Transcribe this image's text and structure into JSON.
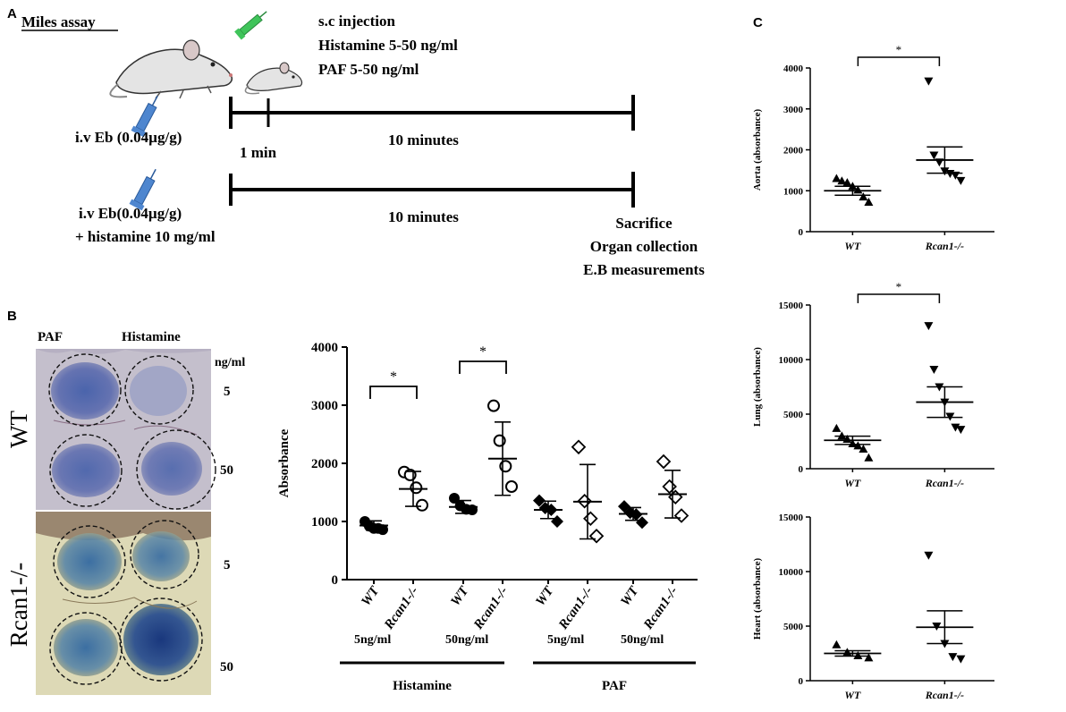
{
  "panels": {
    "a": {
      "letter": "A",
      "title": "Miles assay",
      "injection": "s.c injection",
      "histamine_dose": "Histamine 5-50 ng/ml",
      "paf_dose": "PAF  5-50 ng/ml",
      "iv_eb_1": "i.v Eb (0.04µg/g)",
      "one_min": "1 min",
      "ten_min_1": "10 minutes",
      "iv_eb_2": "i.v Eb(0.04µg/g)",
      "plus_histamine": "+ histamine 10 mg/ml",
      "ten_min_2": "10 minutes",
      "sacrifice": "Sacrifice",
      "organ_collection": "Organ collection",
      "eb_measurements": "E.B measurements"
    },
    "b": {
      "letter": "B",
      "photo": {
        "col_paf": "PAF",
        "col_histamine": "Histamine",
        "unit": "ng/ml",
        "row_wt": "WT",
        "row_rcan": "Rcan1-/-",
        "dose_5a": "5",
        "dose_50a": "50",
        "dose_5b": "5",
        "dose_50b": "50"
      },
      "group_5_hist": "5ng/ml",
      "group_50_hist": "50ng/ml",
      "group_5_paf": "5ng/ml",
      "group_50_paf": "50ng/ml",
      "group_histamine": "Histamine",
      "group_paf": "PAF",
      "sig": "*"
    },
    "c": {
      "letter": "C",
      "sig": "*"
    }
  },
  "chart_data": [
    {
      "type": "scatter",
      "id": "b",
      "ylabel": "Absorbance",
      "ylim": [
        0,
        4000
      ],
      "yticks": [
        0,
        1000,
        2000,
        3000,
        4000
      ],
      "categories": [
        "WT",
        "Rcan1-/-",
        "WT",
        "Rcan1-/-",
        "WT",
        "Rcan1-/-",
        "WT",
        "Rcan1-/-"
      ],
      "markers": [
        "filled-circle",
        "open-circle",
        "filled-circle",
        "open-circle",
        "filled-diamond",
        "open-diamond",
        "filled-diamond",
        "open-diamond"
      ],
      "series": [
        {
          "mean": 930,
          "err": 80,
          "points": [
            1000,
            920,
            880,
            880,
            860
          ]
        },
        {
          "mean": 1560,
          "err": 300,
          "points": [
            1850,
            1800,
            1580,
            1280
          ]
        },
        {
          "mean": 1250,
          "err": 110,
          "points": [
            1400,
            1270,
            1210,
            1200
          ]
        },
        {
          "mean": 2080,
          "err": 630,
          "points": [
            2990,
            2390,
            1950,
            1600
          ]
        },
        {
          "mean": 1200,
          "err": 150,
          "points": [
            1360,
            1230,
            1200,
            1000
          ]
        },
        {
          "mean": 1340,
          "err": 640,
          "points": [
            2280,
            1350,
            1050,
            750
          ]
        },
        {
          "mean": 1130,
          "err": 110,
          "points": [
            1260,
            1150,
            1120,
            980
          ]
        },
        {
          "mean": 1470,
          "err": 410,
          "points": [
            2030,
            1600,
            1420,
            1100
          ]
        }
      ],
      "significance": [
        [
          0,
          1
        ],
        [
          2,
          3
        ]
      ]
    },
    {
      "type": "scatter",
      "id": "c1",
      "ylabel": "Aorta (absorbance)",
      "ylim": [
        0,
        4000
      ],
      "yticks": [
        0,
        1000,
        2000,
        3000,
        4000
      ],
      "categories": [
        "WT",
        "Rcan1-/-"
      ],
      "series": [
        {
          "mean": 1000,
          "sem": 110,
          "points": [
            1300,
            1240,
            1200,
            1110,
            1020,
            850,
            720
          ]
        },
        {
          "mean": 1750,
          "sem": 320,
          "points": [
            3680,
            1870,
            1700,
            1480,
            1420,
            1380,
            1250
          ]
        }
      ],
      "significance": [
        [
          0,
          1
        ]
      ]
    },
    {
      "type": "scatter",
      "id": "c2",
      "ylabel": "Lung (absorbance)",
      "ylim": [
        0,
        15000
      ],
      "yticks": [
        0,
        5000,
        10000,
        15000
      ],
      "categories": [
        "WT",
        "Rcan1-/-"
      ],
      "series": [
        {
          "mean": 2600,
          "sem": 380,
          "points": [
            3700,
            3000,
            2700,
            2300,
            2100,
            1800,
            1000
          ]
        },
        {
          "mean": 6100,
          "sem": 1400,
          "points": [
            13100,
            9100,
            7500,
            6100,
            4800,
            3800,
            3600
          ]
        }
      ],
      "significance": [
        [
          0,
          1
        ]
      ]
    },
    {
      "type": "scatter",
      "id": "c3",
      "ylabel": "Heart (absorbance)",
      "ylim": [
        0,
        15000
      ],
      "yticks": [
        0,
        5000,
        10000,
        15000
      ],
      "categories": [
        "WT",
        "Rcan1-/-"
      ],
      "series": [
        {
          "mean": 2500,
          "sem": 250,
          "points": [
            3300,
            2600,
            2300,
            2100
          ]
        },
        {
          "mean": 4900,
          "sem": 1500,
          "points": [
            11500,
            5000,
            3400,
            2200,
            2000
          ]
        }
      ],
      "significance": []
    }
  ]
}
